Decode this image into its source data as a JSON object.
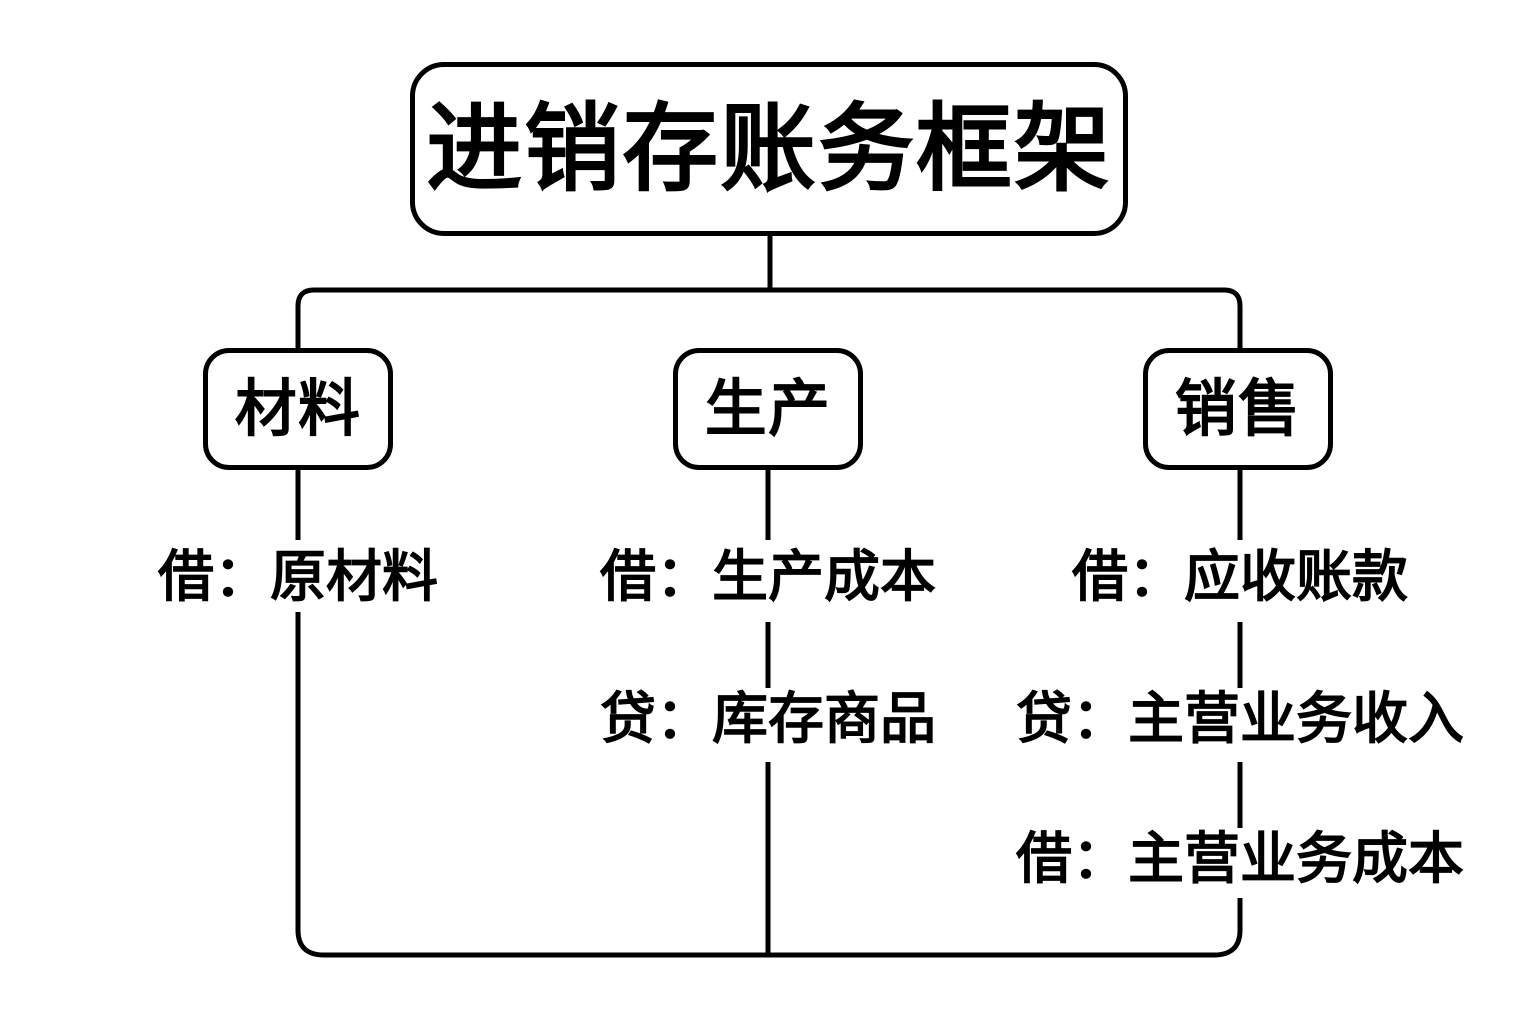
{
  "diagram": {
    "title": "进销存账务框架",
    "root": {
      "label": "进销存账务框架"
    },
    "branches": [
      {
        "id": "material",
        "label": "材料",
        "entries": [
          {
            "type": "debit",
            "prefix": "借：",
            "account": "原材料",
            "text": "借：原材料"
          }
        ]
      },
      {
        "id": "production",
        "label": "生产",
        "entries": [
          {
            "type": "debit",
            "prefix": "借：",
            "account": "生产成本",
            "text": "借：生产成本"
          },
          {
            "type": "credit",
            "prefix": "贷：",
            "account": "库存商品",
            "text": "贷：库存商品"
          }
        ]
      },
      {
        "id": "sales",
        "label": "销售",
        "entries": [
          {
            "type": "debit",
            "prefix": "借：",
            "account": "应收账款",
            "text": "借：应收账款"
          },
          {
            "type": "credit",
            "prefix": "贷：",
            "account": "主营业务收入",
            "text": "贷：主营业务收入"
          },
          {
            "type": "debit",
            "prefix": "借：",
            "account": "主营业务成本",
            "text": "借：主营业务成本"
          }
        ]
      }
    ],
    "colors": {
      "stroke": "#000000",
      "background": "#ffffff",
      "text": "#000000"
    }
  }
}
